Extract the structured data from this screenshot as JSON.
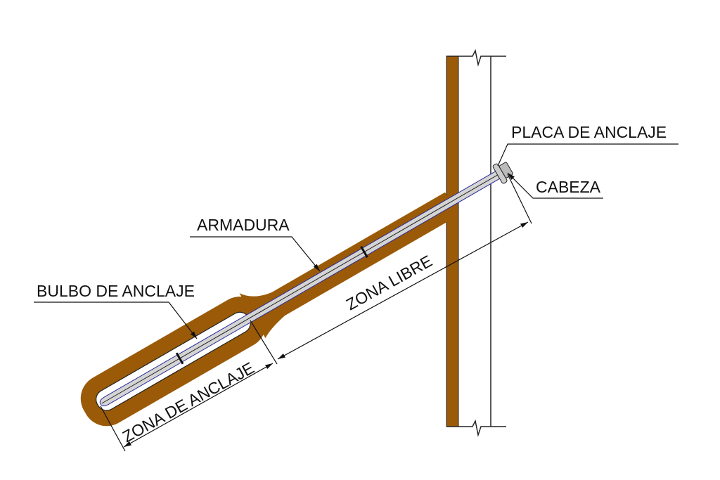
{
  "labels": {
    "placa": "PLACA DE ANCLAJE",
    "cabeza": "CABEZA",
    "armadura": "ARMADURA",
    "bulbo": "BULBO DE ANCLAJE",
    "zona_libre": "ZONA LIBRE",
    "zona_anclaje": "ZONA DE ANCLAJE"
  },
  "colors": {
    "soil": "#9a5a08",
    "rod": "#d4d4d4",
    "rod_outline": "#2a2a9a"
  }
}
